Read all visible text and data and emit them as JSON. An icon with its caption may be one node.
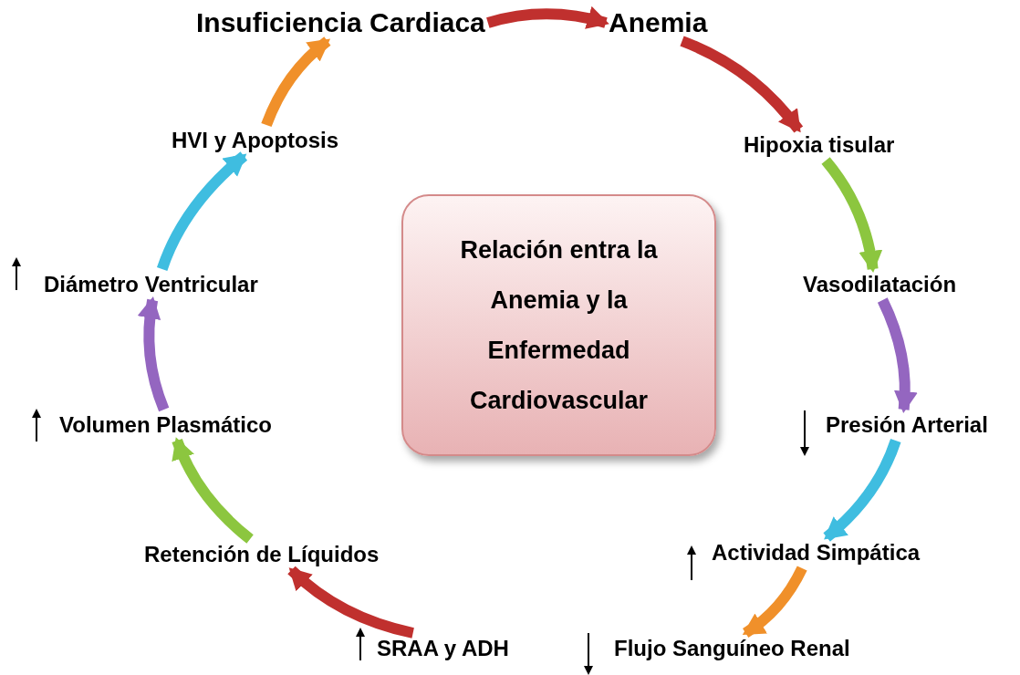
{
  "diagram": {
    "nodes": [
      {
        "text": [
          "Insuficiencia Cardiaca"
        ]
      },
      {
        "text": [
          "Anemia"
        ]
      },
      {
        "text": [
          "Hipoxia tisular"
        ]
      },
      {
        "text": [
          "Vasodilatación"
        ]
      },
      {
        "text": [
          "Presión Arterial"
        ]
      },
      {
        "text": [
          "Actividad Simpática"
        ]
      },
      {
        "text": [
          "Flujo Sanguíneo Renal"
        ]
      },
      {
        "text": [
          "SRAA y ADH"
        ]
      },
      {
        "text": [
          "Retención de Líquidos"
        ]
      },
      {
        "text": [
          "Volumen Plasmático"
        ]
      },
      {
        "text": [
          "Diámetro Ventricular"
        ]
      },
      {
        "text": [
          "HVI y Apoptosis"
        ]
      },
      {
        "text": [
          "Relación entra la Anemia y la Enfermedad Cardiovascular"
        ]
      }
    ],
    "edges": [
      {
        "from": 0,
        "to": 1,
        "arrow": "to",
        "color": "#c0302e"
      },
      {
        "from": 1,
        "to": 2,
        "arrow": "to",
        "color": "#c0302e"
      },
      {
        "from": 2,
        "to": 3,
        "arrow": "to",
        "color": "#8cc63f"
      },
      {
        "from": 3,
        "to": 4,
        "arrow": "to",
        "color": "#9466c0"
      },
      {
        "from": 4,
        "to": 5,
        "arrow": "to",
        "color": "#3fbde0"
      },
      {
        "from": 5,
        "to": 6,
        "arrow": "to",
        "color": "#f0902a"
      },
      {
        "from": 7,
        "to": 8,
        "arrow": "to",
        "color": "#c0302e"
      },
      {
        "from": 8,
        "to": 9,
        "arrow": "to",
        "color": "#8cc63f"
      },
      {
        "from": 9,
        "to": 10,
        "arrow": "to",
        "color": "#9466c0"
      },
      {
        "from": 10,
        "to": 11,
        "arrow": "to",
        "color": "#3fbde0"
      },
      {
        "from": 11,
        "to": 0,
        "arrow": "to",
        "color": "#f0902a"
      }
    ]
  }
}
